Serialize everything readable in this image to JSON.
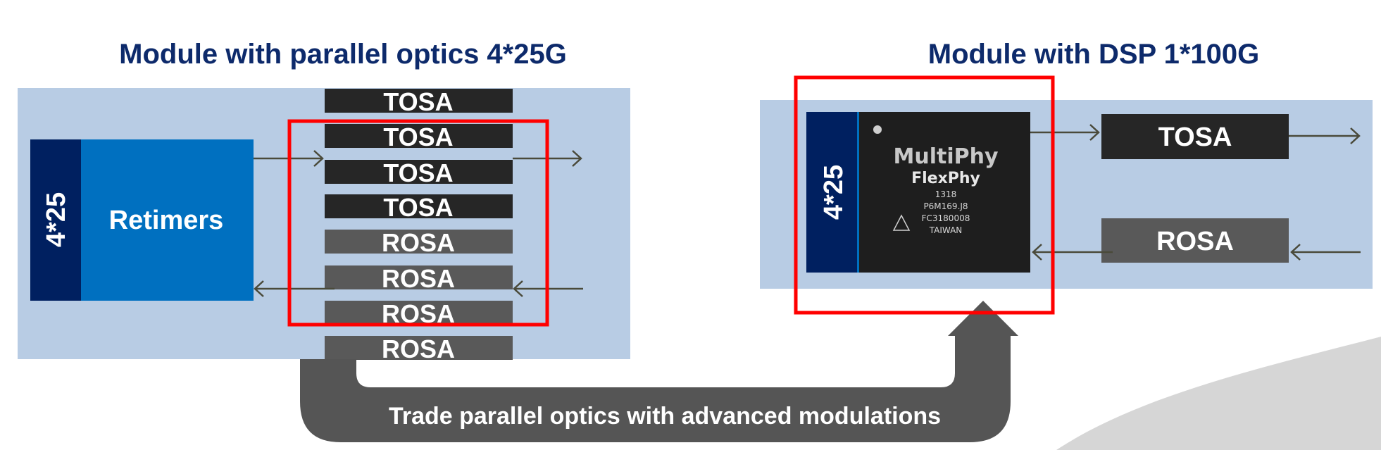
{
  "left_module": {
    "title": "Module with parallel optics 4*25G",
    "lane_label": "4*25",
    "retimers_label": "Retimers",
    "bars": [
      "TOSA",
      "TOSA",
      "TOSA",
      "TOSA",
      "ROSA",
      "ROSA",
      "ROSA",
      "ROSA"
    ]
  },
  "right_module": {
    "title": "Module with DSP 1*100G",
    "lane_label": "4*25",
    "chip": {
      "brand": "MultiPhy",
      "product": "FlexPhy",
      "line1": "1318",
      "line2": "P6M169.J8",
      "line3": "FC3180008",
      "line4": "TAIWAN"
    },
    "tosa_label": "TOSA",
    "rosa_label": "ROSA"
  },
  "transition": {
    "caption": "Trade parallel optics with advanced modulations"
  },
  "colors": {
    "panel": "#b8cce4",
    "navy": "#002060",
    "retimer_blue": "#0070c0",
    "tosa": "#262626",
    "rosa": "#595959",
    "highlight": "#ff0000",
    "arrow": "#4a4a3a"
  }
}
